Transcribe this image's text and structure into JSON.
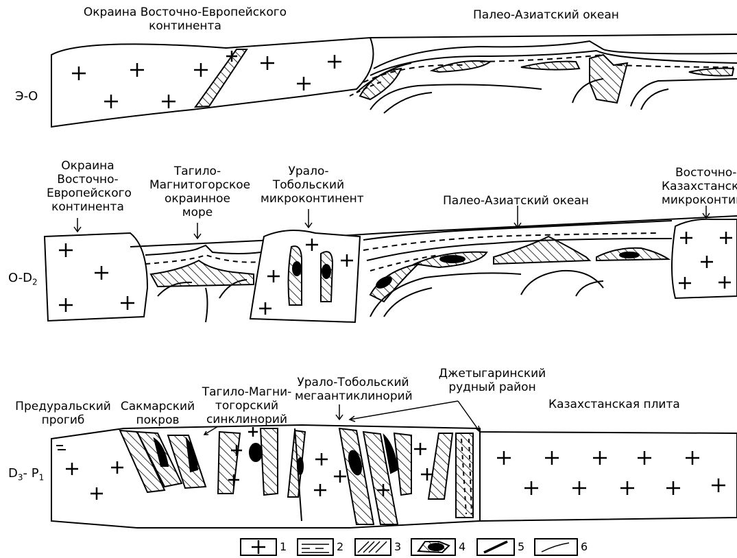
{
  "panel1": {
    "stage": "Э-О",
    "labels": {
      "margin": [
        "Окраина Восточно-Европейского",
        "континента"
      ],
      "ocean": [
        "Палео-Азиатский океан"
      ]
    }
  },
  "panel2": {
    "stage_main": "O-D",
    "stage_sub": "2",
    "labels": {
      "margin": [
        "Окраина",
        "Восточно-",
        "Европейского",
        "континента"
      ],
      "tagil": [
        "Тагило-",
        "Магнитогорское",
        "окраинное",
        "море"
      ],
      "uralo": [
        "Урало-",
        "Тобольский",
        "микроконтинент"
      ],
      "ocean": [
        "Палео-Азиатский океан"
      ],
      "kazakh": [
        "Восточно-",
        "Казахстански",
        "микроконтинен"
      ]
    }
  },
  "panel3": {
    "stage_d": "D",
    "stage_d_sub": "3",
    "stage_sep": "- P",
    "stage_p_sub": "1",
    "labels": {
      "preural": [
        "Предуральский",
        "прогиб"
      ],
      "sakmar": [
        "Сакмарский",
        "покров"
      ],
      "tagil": [
        "Тагило-Магни-",
        "тогорский",
        "синклинорий"
      ],
      "uralo": [
        "Урало-Тобольский",
        "мегаантиклинорий"
      ],
      "dzhety": [
        "Джетыгаринский",
        "рудный район"
      ],
      "kazplate": [
        "Казахстанская плита"
      ]
    }
  },
  "legend": {
    "items": [
      {
        "num": "1",
        "icon": "plus-symbol-icon"
      },
      {
        "num": "2",
        "icon": "dashed-lines-icon"
      },
      {
        "num": "3",
        "icon": "hatched-icon"
      },
      {
        "num": "4",
        "icon": "ore-body-icon"
      },
      {
        "num": "5",
        "icon": "thick-line-icon"
      },
      {
        "num": "6",
        "icon": "thin-line-icon"
      }
    ]
  }
}
